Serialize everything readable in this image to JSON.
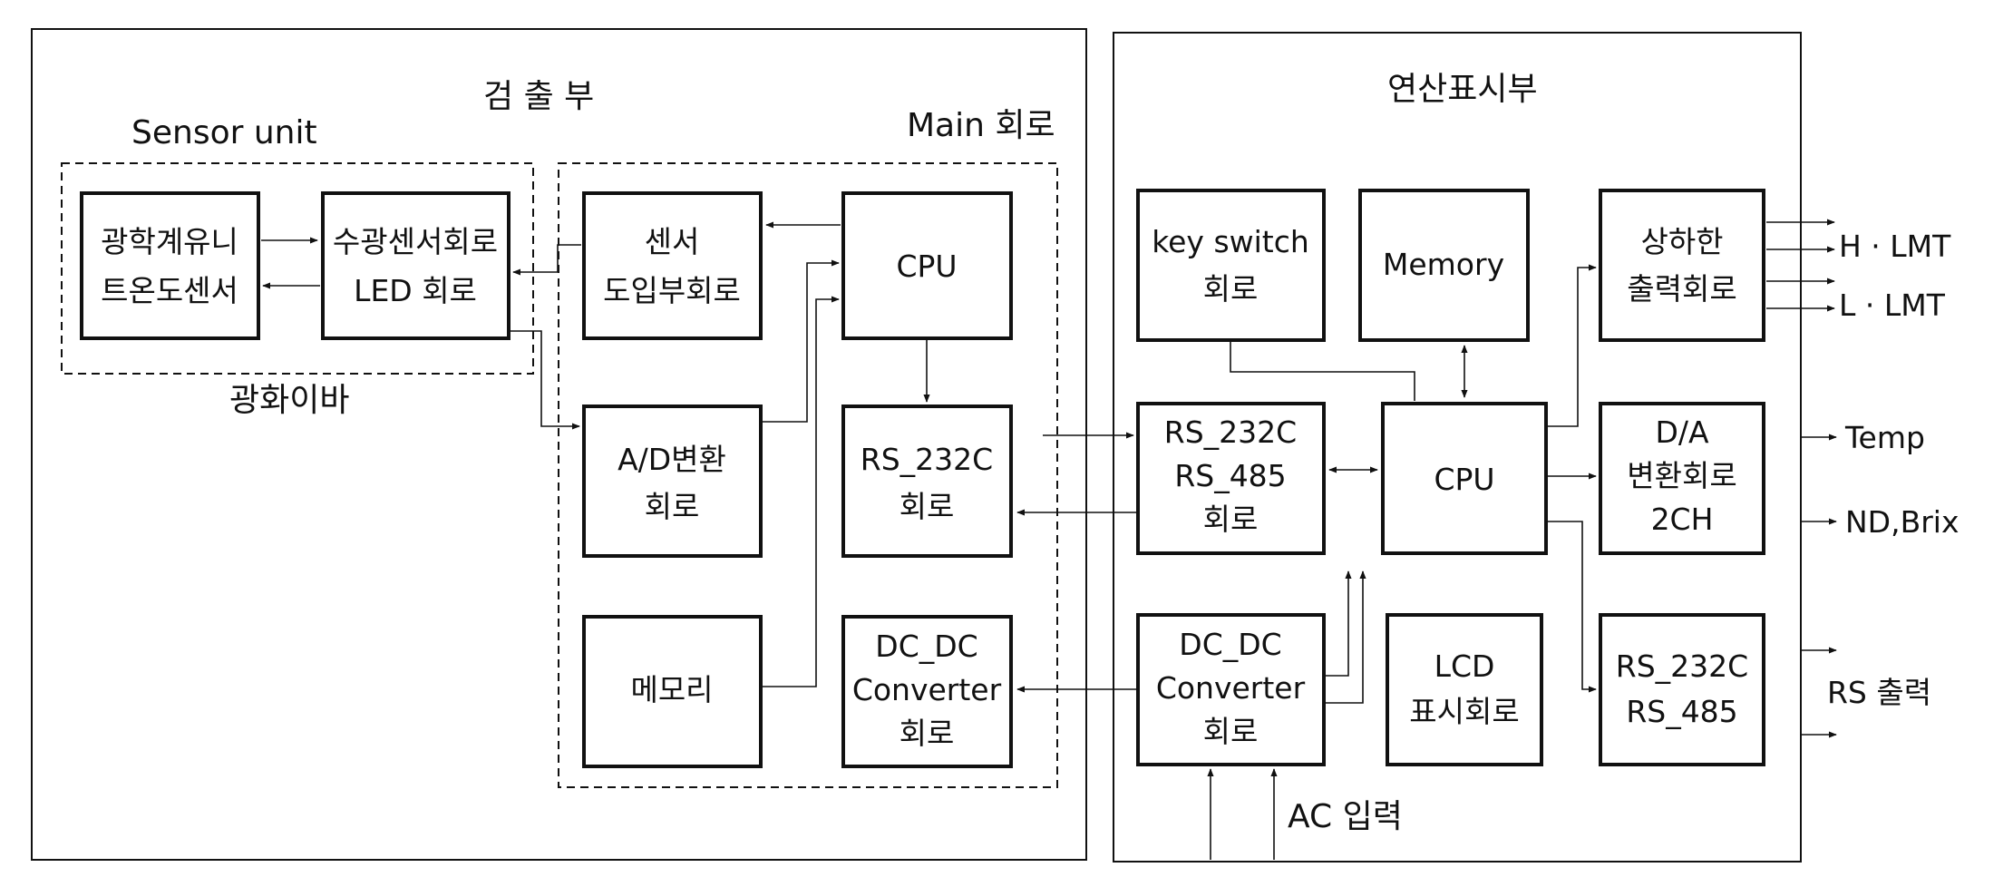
{
  "sections": {
    "detection": "검 출 부",
    "operation_display": "연산표시부",
    "sensor_unit": "Sensor unit",
    "main_circuit": "Main 회로",
    "sensor_group_caption": "광화이바"
  },
  "blocks": {
    "optical_unit": [
      "광학계유니",
      "트온도센서"
    ],
    "receiver_led": [
      "수광센서회로",
      "LED 회로"
    ],
    "sensor_intro": [
      "센서",
      "도입부회로"
    ],
    "cpu_main": [
      "CPU"
    ],
    "ad_conv": [
      "A/D변환",
      "회로"
    ],
    "rs232c_main": [
      "RS_232C",
      "회로"
    ],
    "memory_kr": [
      "메모리"
    ],
    "dcdc_main": [
      "DC_DC",
      "Converter",
      "회로"
    ],
    "key_switch": [
      "key switch",
      "회로"
    ],
    "memory_en": [
      "Memory"
    ],
    "limit_out": [
      "상하한",
      "출력회로"
    ],
    "rs_comm": [
      "RS_232C",
      "RS_485",
      "회로"
    ],
    "cpu_disp": [
      "CPU"
    ],
    "da_conv": [
      "D/A",
      "변환회로",
      "2CH"
    ],
    "dcdc_disp": [
      "DC_DC",
      "Converter",
      "회로"
    ],
    "lcd_disp": [
      "LCD",
      "표시회로"
    ],
    "rs_out_block": [
      "RS_232C",
      "RS_485"
    ]
  },
  "outputs": {
    "h_lmt": "H · LMT",
    "l_lmt": "L · LMT",
    "temp": "Temp",
    "nd_brix": "ND,Brix",
    "rs_output": "RS 출력",
    "ac_input": "AC 입력"
  }
}
